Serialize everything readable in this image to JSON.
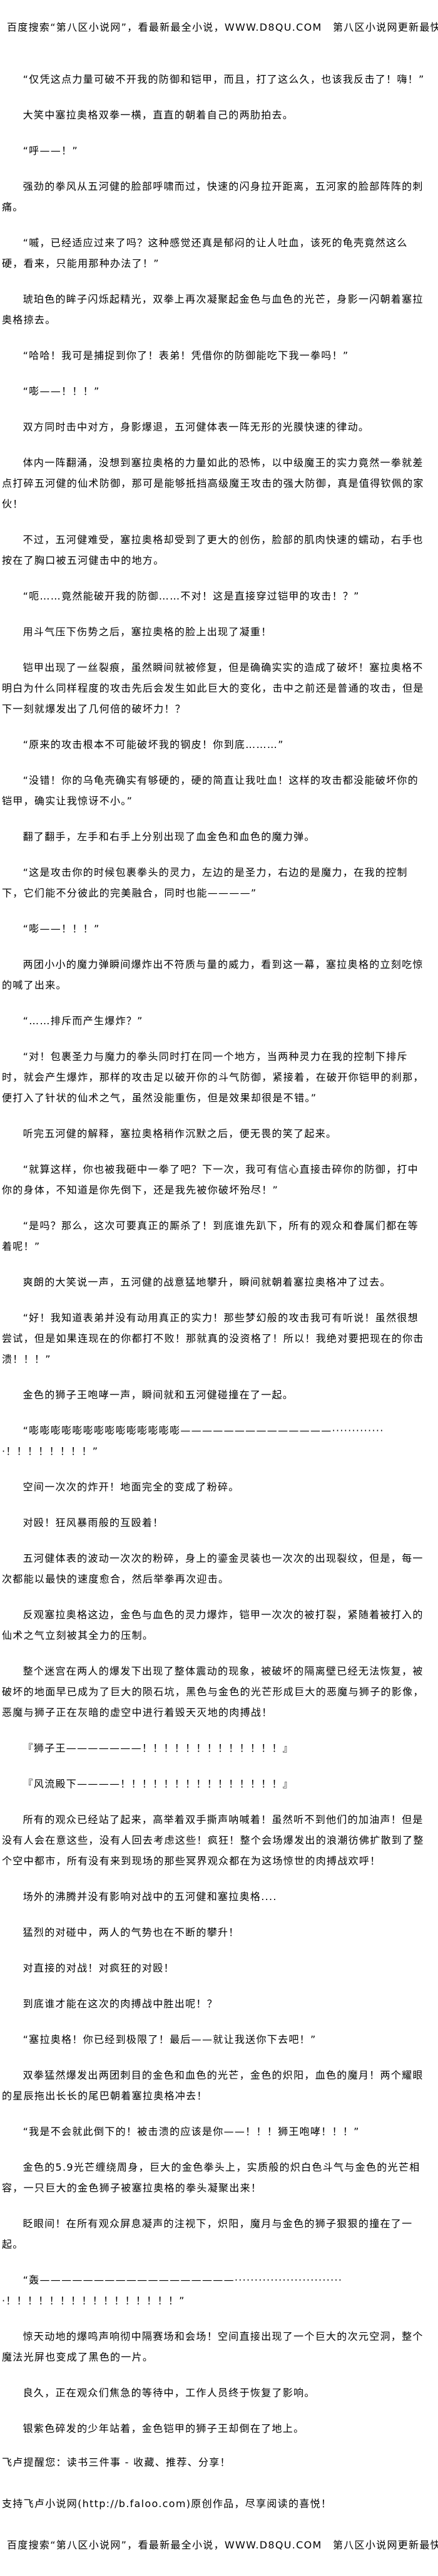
{
  "header": {
    "banner": "百度搜索“第八区小说网”，看最新最全小说，WWW.D8QU.COM　第八区小说网更新最快！"
  },
  "paragraphs": [
    "“仅凭这点力量可破不开我的防御和铠甲，而且，打了这么久，也该我反击了！嗨！”",
    "大笑中塞拉奥格双拳一横，直直的朝着自己的两肋拍去。",
    "“呼——！”",
    "强劲的拳风从五河健的脸部呼啸而过，快速的闪身拉开距离，五河家的脸部阵阵的刺痛。",
    "“嘁，已经适应过来了吗？这种感觉还真是郁闷的让人吐血，该死的龟壳竟然这么硬，看来，只能用那种办法了！”",
    "琥珀色的眸子闪烁起精光，双拳上再次凝聚起金色与血色的光芒，身影一闪朝着塞拉奥格掠去。",
    "“哈哈！我可是捕捉到你了！表弟！凭借你的防御能吃下我一拳吗！”",
    "“嘭——！！！”",
    "双方同时击中对方，身影爆退，五河健体表一阵无形的光膜快速的律动。",
    "体内一阵翻涌，没想到塞拉奥格的力量如此的恐怖，以中级魔王的实力竟然一拳就差点打碎五河健的仙术防御，那可是能够抵挡高级魔王攻击的强大防御，真是值得钦佩的家伙！",
    "不过，五河健难受，塞拉奥格却受到了更大的创伤，脸部的肌肉快速的蠕动，右手也按在了胸口被五河健击中的地方。",
    "“呃……竟然能破开我的防御……不对！这是直接穿过铠甲的攻击！？”",
    "用斗气压下伤势之后，塞拉奥格的脸上出现了凝重！",
    "铠甲出现了一丝裂痕，虽然瞬间就被修复，但是确确实实的造成了破坏！塞拉奥格不明白为什么同样程度的攻击先后会发生如此巨大的变化，击中之前还是普通的攻击，但是下一刻就爆发出了几何倍的破坏力！？",
    "“原来的攻击根本不可能破坏我的钢皮！你到底………”",
    "“没错！你的乌龟壳确实有够硬的，硬的简直让我吐血！这样的攻击都没能破坏你的铠甲，确实让我惊讶不小。”",
    "翻了翻手，左手和右手上分别出现了血金色和血色的魔力弹。",
    "“这是攻击你的时候包裹拳头的灵力，左边的是圣力，右边的是魔力，在我的控制下，它们能不分彼此的完美融合，同时也能————”",
    "“嘭——！！！”",
    "两团小小的魔力弹瞬间爆炸出不符质与量的威力，看到这一幕，塞拉奥格的立刻吃惊的喊了出来。",
    "“……排斥而产生爆炸？”",
    "“对！包裹圣力与魔力的拳头同时打在同一个地方，当两种灵力在我的控制下排斥时，就会产生爆炸，那样的攻击足以破开你的斗气防御，紧接着，在破开你铠甲的刹那，便打入了针状的仙术之气，虽然没能重伤，但是效果却很是不错。”",
    "听完五河健的解释，塞拉奥格稍作沉默之后，便无畏的笑了起来。",
    "“就算这样，你也被我砸中一拳了吧？下一次，我可有信心直接击碎你的防御，打中你的身体，不知道是你先倒下，还是我先被你破坏殆尽！”",
    "“是吗？那么，这次可要真正的厮杀了！到底谁先趴下，所有的观众和眷属们都在等着呢！”",
    "爽朗的大笑说一声，五河健的战意猛地攀升，瞬间就朝着塞拉奥格冲了过去。",
    "“好！我知道表弟并没有动用真正的实力！那些梦幻般的攻击我可有听说！虽然很想尝试，但是如果连现在的你都打不败！那就真的没资格了！所以！我绝对要把现在的你击溃！！！”",
    "金色的狮子王咆哮一声，瞬间就和五河健碰撞在了一起。",
    "“嘭嘭嘭嘭嘭嘭嘭嘭嘭嘭嘭嘭嘭嘭——————————————··············！！！！！！！！”",
    "空间一次次的炸开！地面完全的变成了粉碎。",
    "对殴！狂风暴雨般的互殴着！",
    "五河健体表的波动一次次的粉碎，身上的鎏金灵装也一次次的出现裂纹，但是，每一次都能以最快的速度愈合，然后举拳再次迎击。",
    "反观塞拉奥格这边，金色与血色的灵力爆炸，铠甲一次次的被打裂，紧随着被打入的仙术之气立刻被其全力的压制。",
    "整个迷宫在两人的爆发下出现了整体震动的现象，被破坏的隔离壁已经无法恢复，被破坏的地面早已成为了巨大的陨石坑，黑色与金色的光芒形成巨大的恶魔与狮子的影像，恶魔与狮子正在灰暗的虚空中进行着毁天灭地的肉搏战！",
    "『狮子王———————！！！！！！！！！！！！！』",
    "『风流殿下————！！！！！！！！！！！！！！！』",
    "所有的观众已经站了起来，高举着双手撕声呐喊着！虽然听不到他们的加油声！但是没有人会在意这些，没有人回去考虑这些！疯狂！整个会场爆发出的浪潮彷佛扩散到了整个空中都市，所有没有来到现场的那些冥界观众都在为这场惊世的肉搏战欢呼！",
    "场外的沸腾并没有影响对战中的五河健和塞拉奥格....",
    "猛烈的对碰中，两人的气势也在不断的攀升！",
    "对直接的对战！对疯狂的对殴！",
    "到底谁才能在这次的肉搏战中胜出呢！？",
    "“塞拉奥格！你已经到极限了！最后——就让我送你下去吧！”",
    "双拳猛然爆发出两团刺目的金色和血色的光芒，金色的炽阳，血色的魔月！两个耀眼的星辰拖出长长的尾巴朝着塞拉奥格冲去！",
    "“我是不会就此倒下的！被击溃的应该是你——！！！狮王咆哮！！！”",
    "金色的5.9光芒缠绕周身，巨大的金色拳头上，实质般的炽白色斗气与金色的光芒相容，一只巨大的金色狮子被塞拉奥格的拳头凝聚出来！",
    "眨眼间！在所有观众屏息凝声的注视下，炽阳，魔月与金色的狮子狠狠的撞在了一起。",
    "“轰——————————————————····························！！！！！！！！！！！！！！！！”",
    "惊天动地的爆鸣声响彻中隔赛场和会场！空间直接出现了一个巨大的次元空洞，整个魔法光屏也变成了黑色的一片。",
    "良久，正在观众们焦急的等待中，工作人员终于恢复了影响。",
    "银紫色碎发的少年站着，金色铠甲的狮子王却倒在了地上。"
  ],
  "footer": {
    "reminder": "飞卢提醒您：读书三件事 - 收藏、推荐、分享！",
    "support": "支持飞卢小说网(http://b.faloo.com)原创作品，尽享阅读的喜悦！",
    "banner": "百度搜索“第八区小说网”，看最新最全小说，WWW.D8QU.COM　第八区小说网更新最快！"
  }
}
